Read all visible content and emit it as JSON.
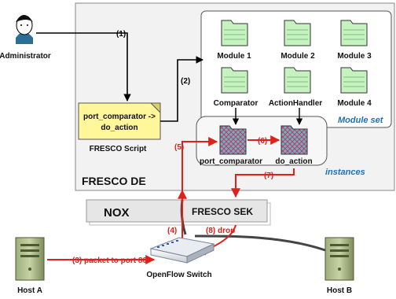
{
  "actors": {
    "administrator": "Administrator",
    "host_a": "Host A",
    "host_b": "Host B",
    "switch": "OpenFlow Switch"
  },
  "fresco_de": {
    "label": "FRESCO DE",
    "module_set": {
      "label": "Module set",
      "modules": [
        "Module 1",
        "Module 2",
        "Module 3",
        "Comparator",
        "ActionHandler",
        "Module 4"
      ]
    },
    "instances": {
      "label": "instances",
      "items": [
        "port_comparator",
        "do_action"
      ]
    },
    "script": {
      "line1": "port_comparator ->",
      "line2": "do_action",
      "caption": "FRESCO Script"
    }
  },
  "nox_bar": {
    "nox": "NOX",
    "sek": "FRESCO SEK"
  },
  "steps": {
    "s1": "(1)",
    "s2": "(2)",
    "s3": "(3) packet to port 80",
    "s4": "(4)",
    "s5": "(5)",
    "s6": "(6)",
    "s7": "(7)",
    "s8": "(8) drop"
  },
  "colors": {
    "flow_black": "#000000",
    "flow_red": "#e0201a",
    "module_fill": "#c6f2c0",
    "script_fill": "#fff79a",
    "instance_fill": "#7ab8c4",
    "accent_blue": "#1f6fb8"
  }
}
